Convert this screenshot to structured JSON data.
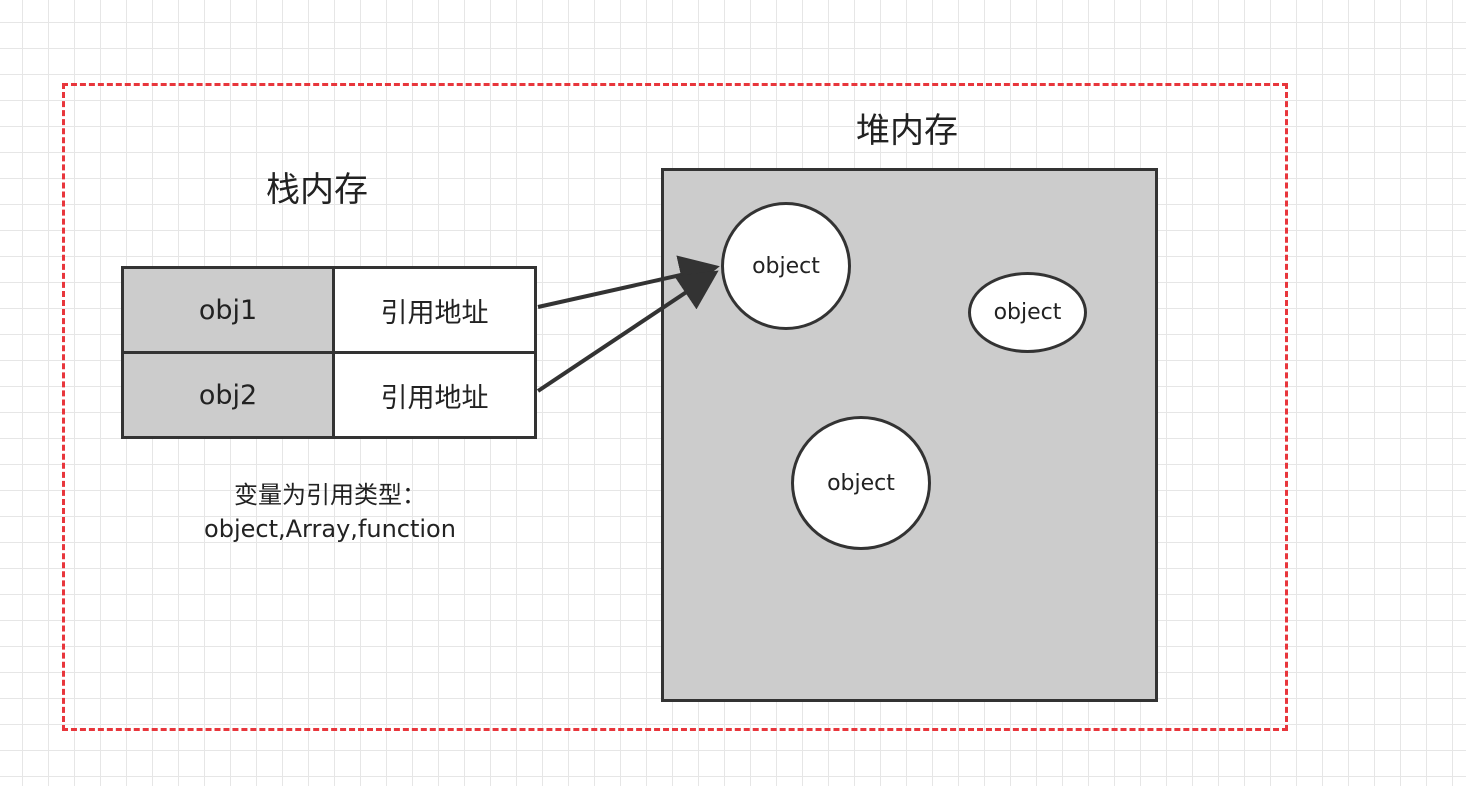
{
  "stack": {
    "title": "栈内存",
    "rows": [
      {
        "variable": "obj1",
        "value": "引用地址"
      },
      {
        "variable": "obj2",
        "value": "引用地址"
      }
    ]
  },
  "heap": {
    "title": "堆内存",
    "objects": [
      "object",
      "object",
      "object"
    ]
  },
  "note": {
    "line1": "变量为引用类型：",
    "line2": "object,Array,function"
  },
  "colors": {
    "frame_border": "#e8363c",
    "fill_gray": "#cccccc",
    "stroke": "#333333"
  }
}
